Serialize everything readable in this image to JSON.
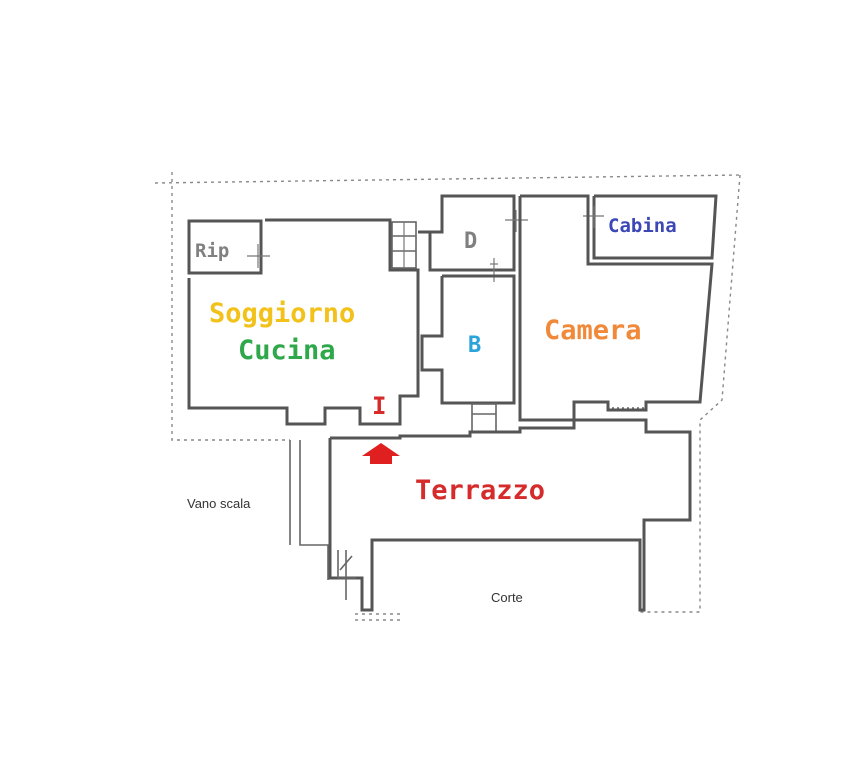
{
  "rooms": {
    "rip": {
      "label": "Rip",
      "color": "#808080"
    },
    "soggiorno": {
      "label": "Soggiorno",
      "color": "#f2c21b"
    },
    "cucina": {
      "label": "Cucina",
      "color": "#2ea84a"
    },
    "d": {
      "label": "D",
      "color": "#808080"
    },
    "b": {
      "label": "B",
      "color": "#29a3d9"
    },
    "cabina": {
      "label": "Cabina",
      "color": "#3b48b5"
    },
    "camera": {
      "label": "Camera",
      "color": "#f08a3a"
    },
    "ingresso": {
      "label": "I",
      "color": "#d62b2b"
    },
    "terrazzo": {
      "label": "Terrazzo",
      "color": "#d62b2b"
    }
  },
  "annotations": {
    "vano_scala": "Vano scala",
    "corte": "Corte"
  },
  "entrance_arrow": {
    "icon": "red-up-arrow-icon",
    "color": "#e02020"
  }
}
